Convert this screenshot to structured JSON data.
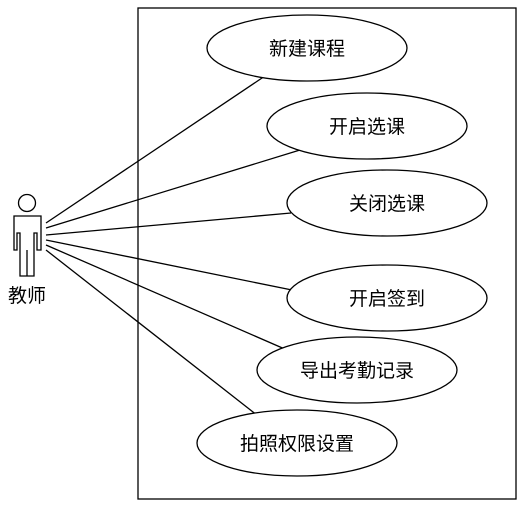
{
  "diagram": {
    "type": "use-case",
    "actor": {
      "label": "教师"
    },
    "use_cases": [
      {
        "label": "新建课程"
      },
      {
        "label": "开启选课"
      },
      {
        "label": "关闭选课"
      },
      {
        "label": "开启签到"
      },
      {
        "label": "导出考勤记录"
      },
      {
        "label": "拍照权限设置"
      }
    ]
  }
}
